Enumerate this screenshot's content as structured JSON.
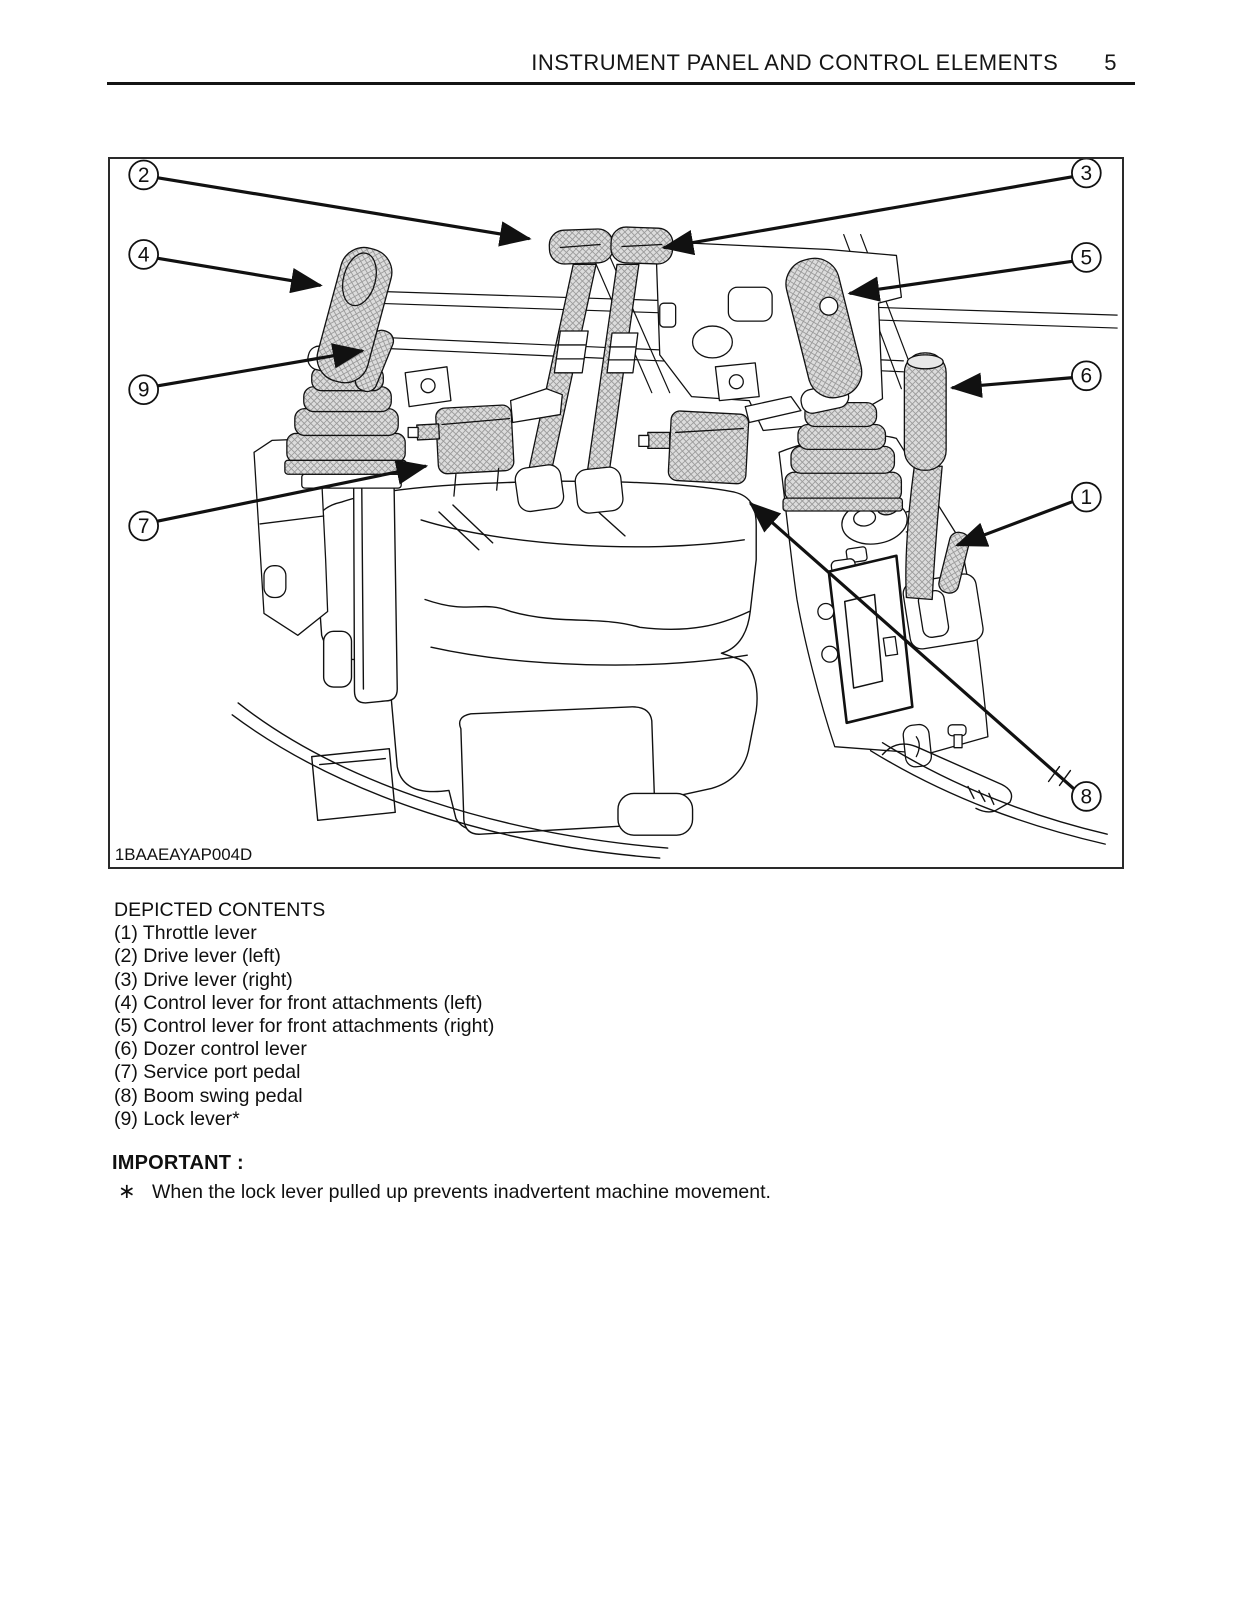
{
  "header": {
    "title": "INSTRUMENT PANEL AND CONTROL ELEMENTS",
    "page_number": "5"
  },
  "figure": {
    "code": "1BAAEAYAP004D",
    "callouts": [
      "1",
      "2",
      "3",
      "4",
      "5",
      "6",
      "7",
      "8",
      "9"
    ]
  },
  "contents": {
    "heading": "DEPICTED CONTENTS",
    "items": [
      "(1) Throttle lever",
      "(2) Drive lever (left)",
      "(3) Drive lever (right)",
      "(4) Control lever for front attachments (left)",
      "(5) Control lever for front attachments (right)",
      "(6) Dozer control lever",
      "(7) Service port pedal",
      "(8) Boom swing pedal",
      "(9) Lock lever*"
    ]
  },
  "important": {
    "heading": "IMPORTANT :",
    "marker": "∗",
    "note": "When the lock lever pulled up prevents inadvertent machine movement."
  }
}
